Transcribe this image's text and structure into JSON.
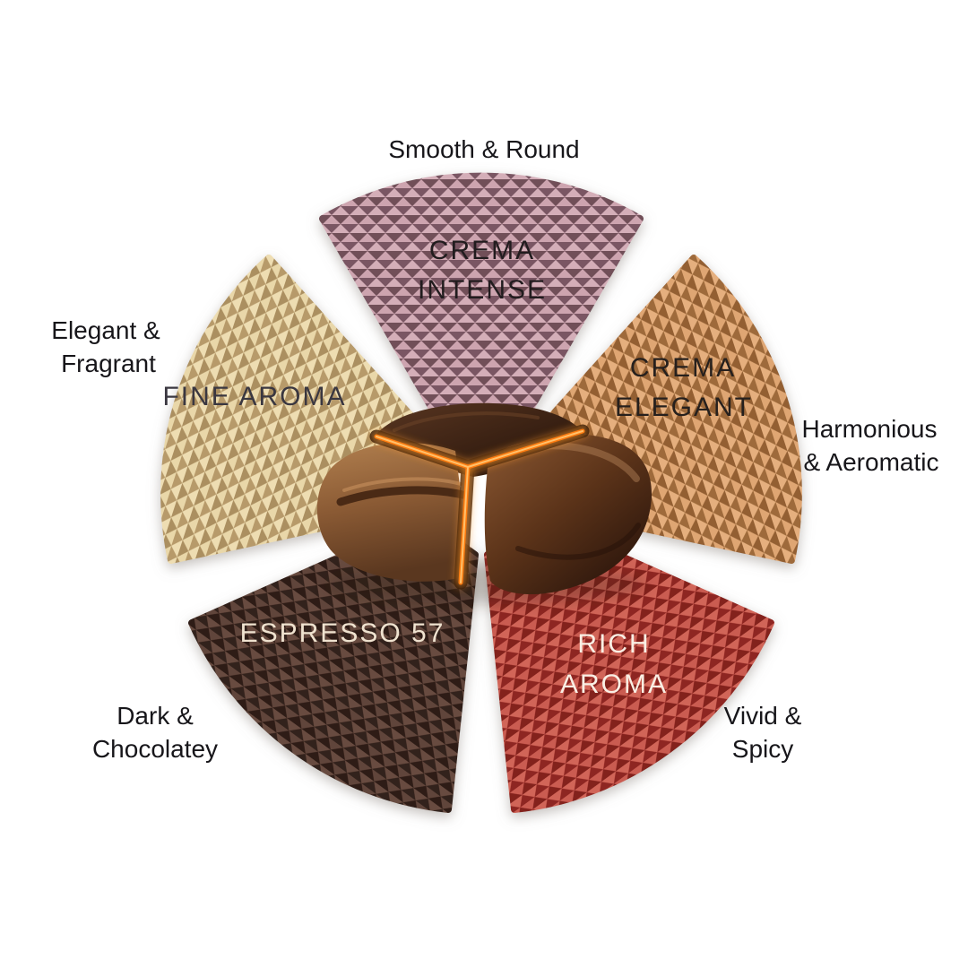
{
  "background_color": "#ffffff",
  "wheel": {
    "center_icon": "split-coffee-bean",
    "glow_color": "#ff7c10",
    "segments": [
      {
        "id": "crema-intense",
        "position": "top",
        "name": "CREMA INTENSE",
        "label_lines": [
          "CREMA",
          "INTENSE"
        ],
        "descriptor": "Smooth & Round",
        "descriptor_lines": [
          "Smooth & Round"
        ],
        "base_color": "#9b7280",
        "text_color": "#211c1e",
        "descriptor_color": "#17161a"
      },
      {
        "id": "crema-elegant",
        "position": "right",
        "name": "CREMA ELEGANT",
        "label_lines": [
          "CREMA",
          "ELEGANT"
        ],
        "descriptor": "Harmonious & Aeromatic",
        "descriptor_lines": [
          "Harmonious",
          "& Aeromatic"
        ],
        "base_color": "#bd8a55",
        "text_color": "#26201d",
        "descriptor_color": "#17161a"
      },
      {
        "id": "rich-aroma",
        "position": "bottom-right",
        "name": "RICH AROMA",
        "label_lines": [
          "RICH",
          "AROMA"
        ],
        "descriptor": "Vivid & Spicy",
        "descriptor_lines": [
          "Vivid &",
          "Spicy"
        ],
        "base_color": "#a93430",
        "text_color": "#f9efe4",
        "descriptor_color": "#17161a"
      },
      {
        "id": "espresso-57",
        "position": "bottom-left",
        "name": "ESPRESSO 57",
        "label_lines": [
          "ESPRESSO 57"
        ],
        "descriptor": "Dark & Chocolatey",
        "descriptor_lines": [
          "Dark &",
          "Chocolatey"
        ],
        "base_color": "#46302a",
        "text_color": "#efe2cf",
        "descriptor_color": "#17161a"
      },
      {
        "id": "fine-aroma",
        "position": "left",
        "name": "FINE AROMA",
        "label_lines": [
          "FINE AROMA"
        ],
        "descriptor": "Elegant & Fragrant",
        "descriptor_lines": [
          "Elegant &",
          "Fragrant"
        ],
        "base_color": "#ccb282",
        "text_color": "#3a3740",
        "descriptor_color": "#17161a"
      }
    ]
  }
}
